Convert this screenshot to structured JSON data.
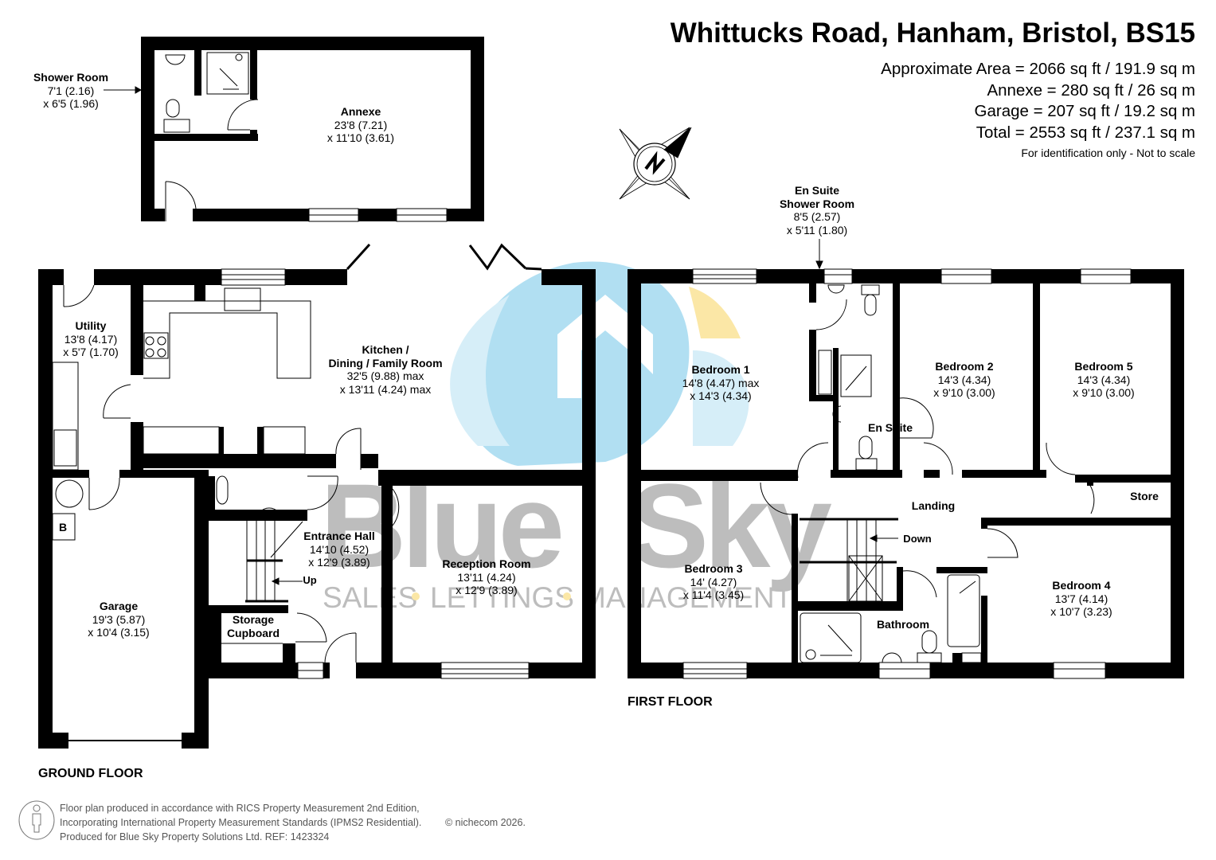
{
  "header": {
    "title": "Whittucks Road, Hanham, Bristol, BS15",
    "areas": [
      "Approximate Area = 2066 sq ft / 191.9 sq m",
      "Annexe = 280 sq ft / 26 sq m",
      "Garage = 207 sq ft / 19.2 sq m",
      "Total = 2553 sq ft / 237.1 sq m"
    ],
    "disclaimer": "For identification only - Not to scale"
  },
  "compass": {
    "label": "N",
    "icon": "compass-rose-icon"
  },
  "watermark": {
    "brand_line1": "Blue",
    "brand_line2": "Sky",
    "tagline_parts": [
      "SALES",
      "LETTINGS",
      "MANAGEMENT"
    ],
    "colors": {
      "blue": "#a9dcf1",
      "light_blue": "#d6eef8",
      "yellow": "#fbe7a6",
      "grey": "#bdbdbd"
    }
  },
  "annexe": {
    "shower_room": {
      "name": "Shower Room",
      "dim1": "7'1 (2.16)",
      "dim2": "x 6'5 (1.96)"
    },
    "annexe_room": {
      "name": "Annexe",
      "dim1": "23'8 (7.21)",
      "dim2": "x 11'10 (3.61)"
    }
  },
  "ground_floor": {
    "label": "GROUND FLOOR",
    "rooms": {
      "utility": {
        "name": "Utility",
        "dim1": "13'8 (4.17)",
        "dim2": "x 5'7 (1.70)"
      },
      "kitchen": {
        "name1": "Kitchen /",
        "name2": "Dining / Family Room",
        "dim1": "32'5 (9.88) max",
        "dim2": "x 13'11 (4.24) max"
      },
      "entrance_hall": {
        "name": "Entrance Hall",
        "dim1": "14'10 (4.52)",
        "dim2": "x 12'9 (3.89)"
      },
      "reception": {
        "name": "Reception Room",
        "dim1": "13'11 (4.24)",
        "dim2": "x 12'9 (3.89)"
      },
      "garage": {
        "name": "Garage",
        "dim1": "19'3 (5.87)",
        "dim2": "x 10'4 (3.15)"
      },
      "storage": {
        "name1": "Storage",
        "name2": "Cupboard"
      }
    },
    "stairs_label": "Up",
    "boiler_label": "B"
  },
  "first_floor": {
    "label": "FIRST FLOOR",
    "rooms": {
      "en_suite_shower": {
        "name1": "En Suite",
        "name2": "Shower Room",
        "dim1": "8'5 (2.57)",
        "dim2": "x 5'11 (1.80)"
      },
      "bedroom1": {
        "name": "Bedroom 1",
        "dim1": "14'8 (4.47) max",
        "dim2": "x 14'3 (4.34)"
      },
      "bedroom2": {
        "name": "Bedroom 2",
        "dim1": "14'3 (4.34)",
        "dim2": "x 9'10 (3.00)"
      },
      "bedroom5": {
        "name": "Bedroom 5",
        "dim1": "14'3 (4.34)",
        "dim2": "x 9'10 (3.00)"
      },
      "en_suite": {
        "name": "En Suite"
      },
      "landing": {
        "name": "Landing"
      },
      "store": {
        "name": "Store"
      },
      "bedroom3": {
        "name": "Bedroom 3",
        "dim1": "14' (4.27)",
        "dim2": "x 11'4 (3.45)"
      },
      "bedroom4": {
        "name": "Bedroom 4",
        "dim1": "13'7 (4.14)",
        "dim2": "x 10'7 (3.23)"
      },
      "bathroom": {
        "name": "Bathroom"
      }
    },
    "stairs_label": "Down"
  },
  "footer": {
    "lines": [
      "Floor plan produced in accordance with RICS Property Measurement 2nd Edition,",
      "Incorporating International Property Measurement Standards (IPMS2 Residential).",
      "Produced for Blue Sky Property Solutions Ltd.   REF:  1423324"
    ],
    "copyright": "© nichecom 2026."
  }
}
